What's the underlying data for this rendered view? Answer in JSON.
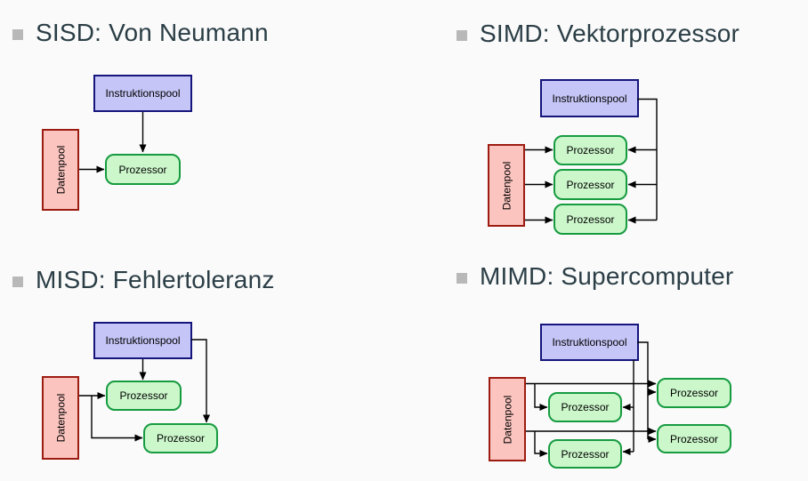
{
  "slide": {
    "background": "#fafafa"
  },
  "colors": {
    "slide_bg": "#fafafa",
    "heading_text": "#2b3e46",
    "bullet": "#b8b8b8",
    "line": "#000000",
    "label_text": "#000000",
    "instruction_pool_fill": "#c5c5f7",
    "instruction_pool_border": "#15157d",
    "data_pool_fill": "#fbc4bf",
    "data_pool_border": "#9d1c12",
    "processor_fill": "#ccf7cb",
    "processor_border": "#169b40"
  },
  "labels": {
    "instruction_pool": "Instruktionspool",
    "data_pool": "Datenpool",
    "processor": "Prozessor"
  },
  "panels": [
    {
      "id": "sisd",
      "title": "SISD: Von Neumann"
    },
    {
      "id": "simd",
      "title": "SIMD: Vektorprozessor"
    },
    {
      "id": "misd",
      "title": "MISD: Fehlertoleranz"
    },
    {
      "id": "mimd",
      "title": "MIMD: Supercomputer"
    }
  ]
}
